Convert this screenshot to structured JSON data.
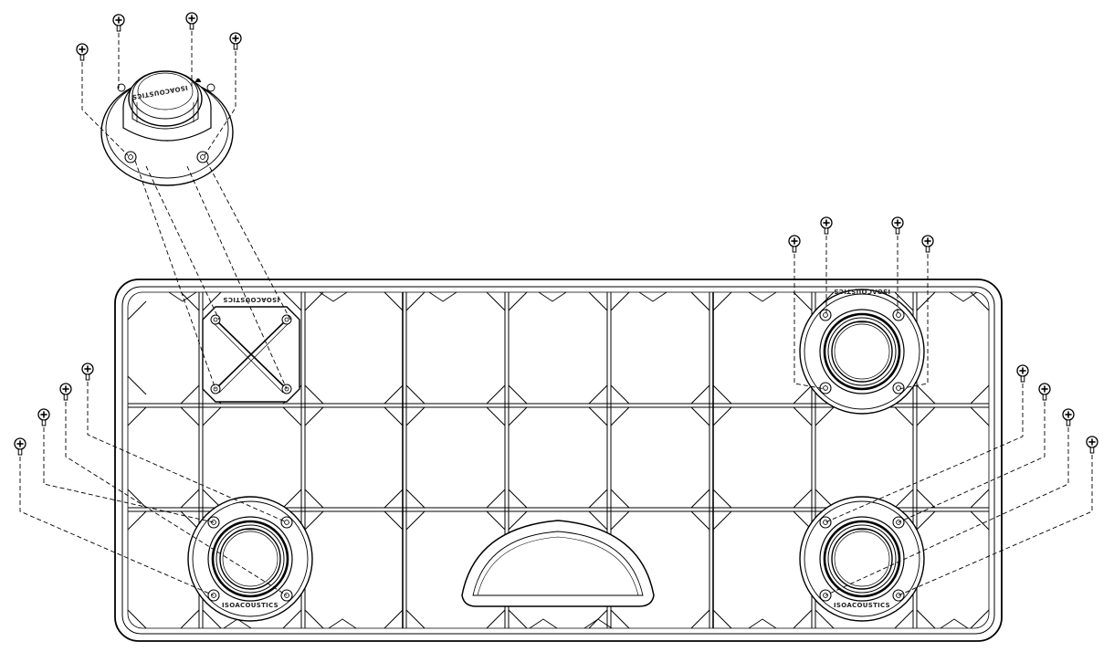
{
  "diagram": {
    "kind": "exploded assembly line drawing",
    "stroke_color": "#000000",
    "background_color": "#ffffff",
    "brand_marking": "ISOACOUSTICS",
    "components": {
      "base_plate": "lattice base plate",
      "isolators": [
        "detached isolator",
        "mounted isolator top-right",
        "mounted isolator bottom-left",
        "mounted isolator bottom-right"
      ],
      "fastener": "screw",
      "mount_pattern": "four-hole mounting pattern"
    }
  }
}
